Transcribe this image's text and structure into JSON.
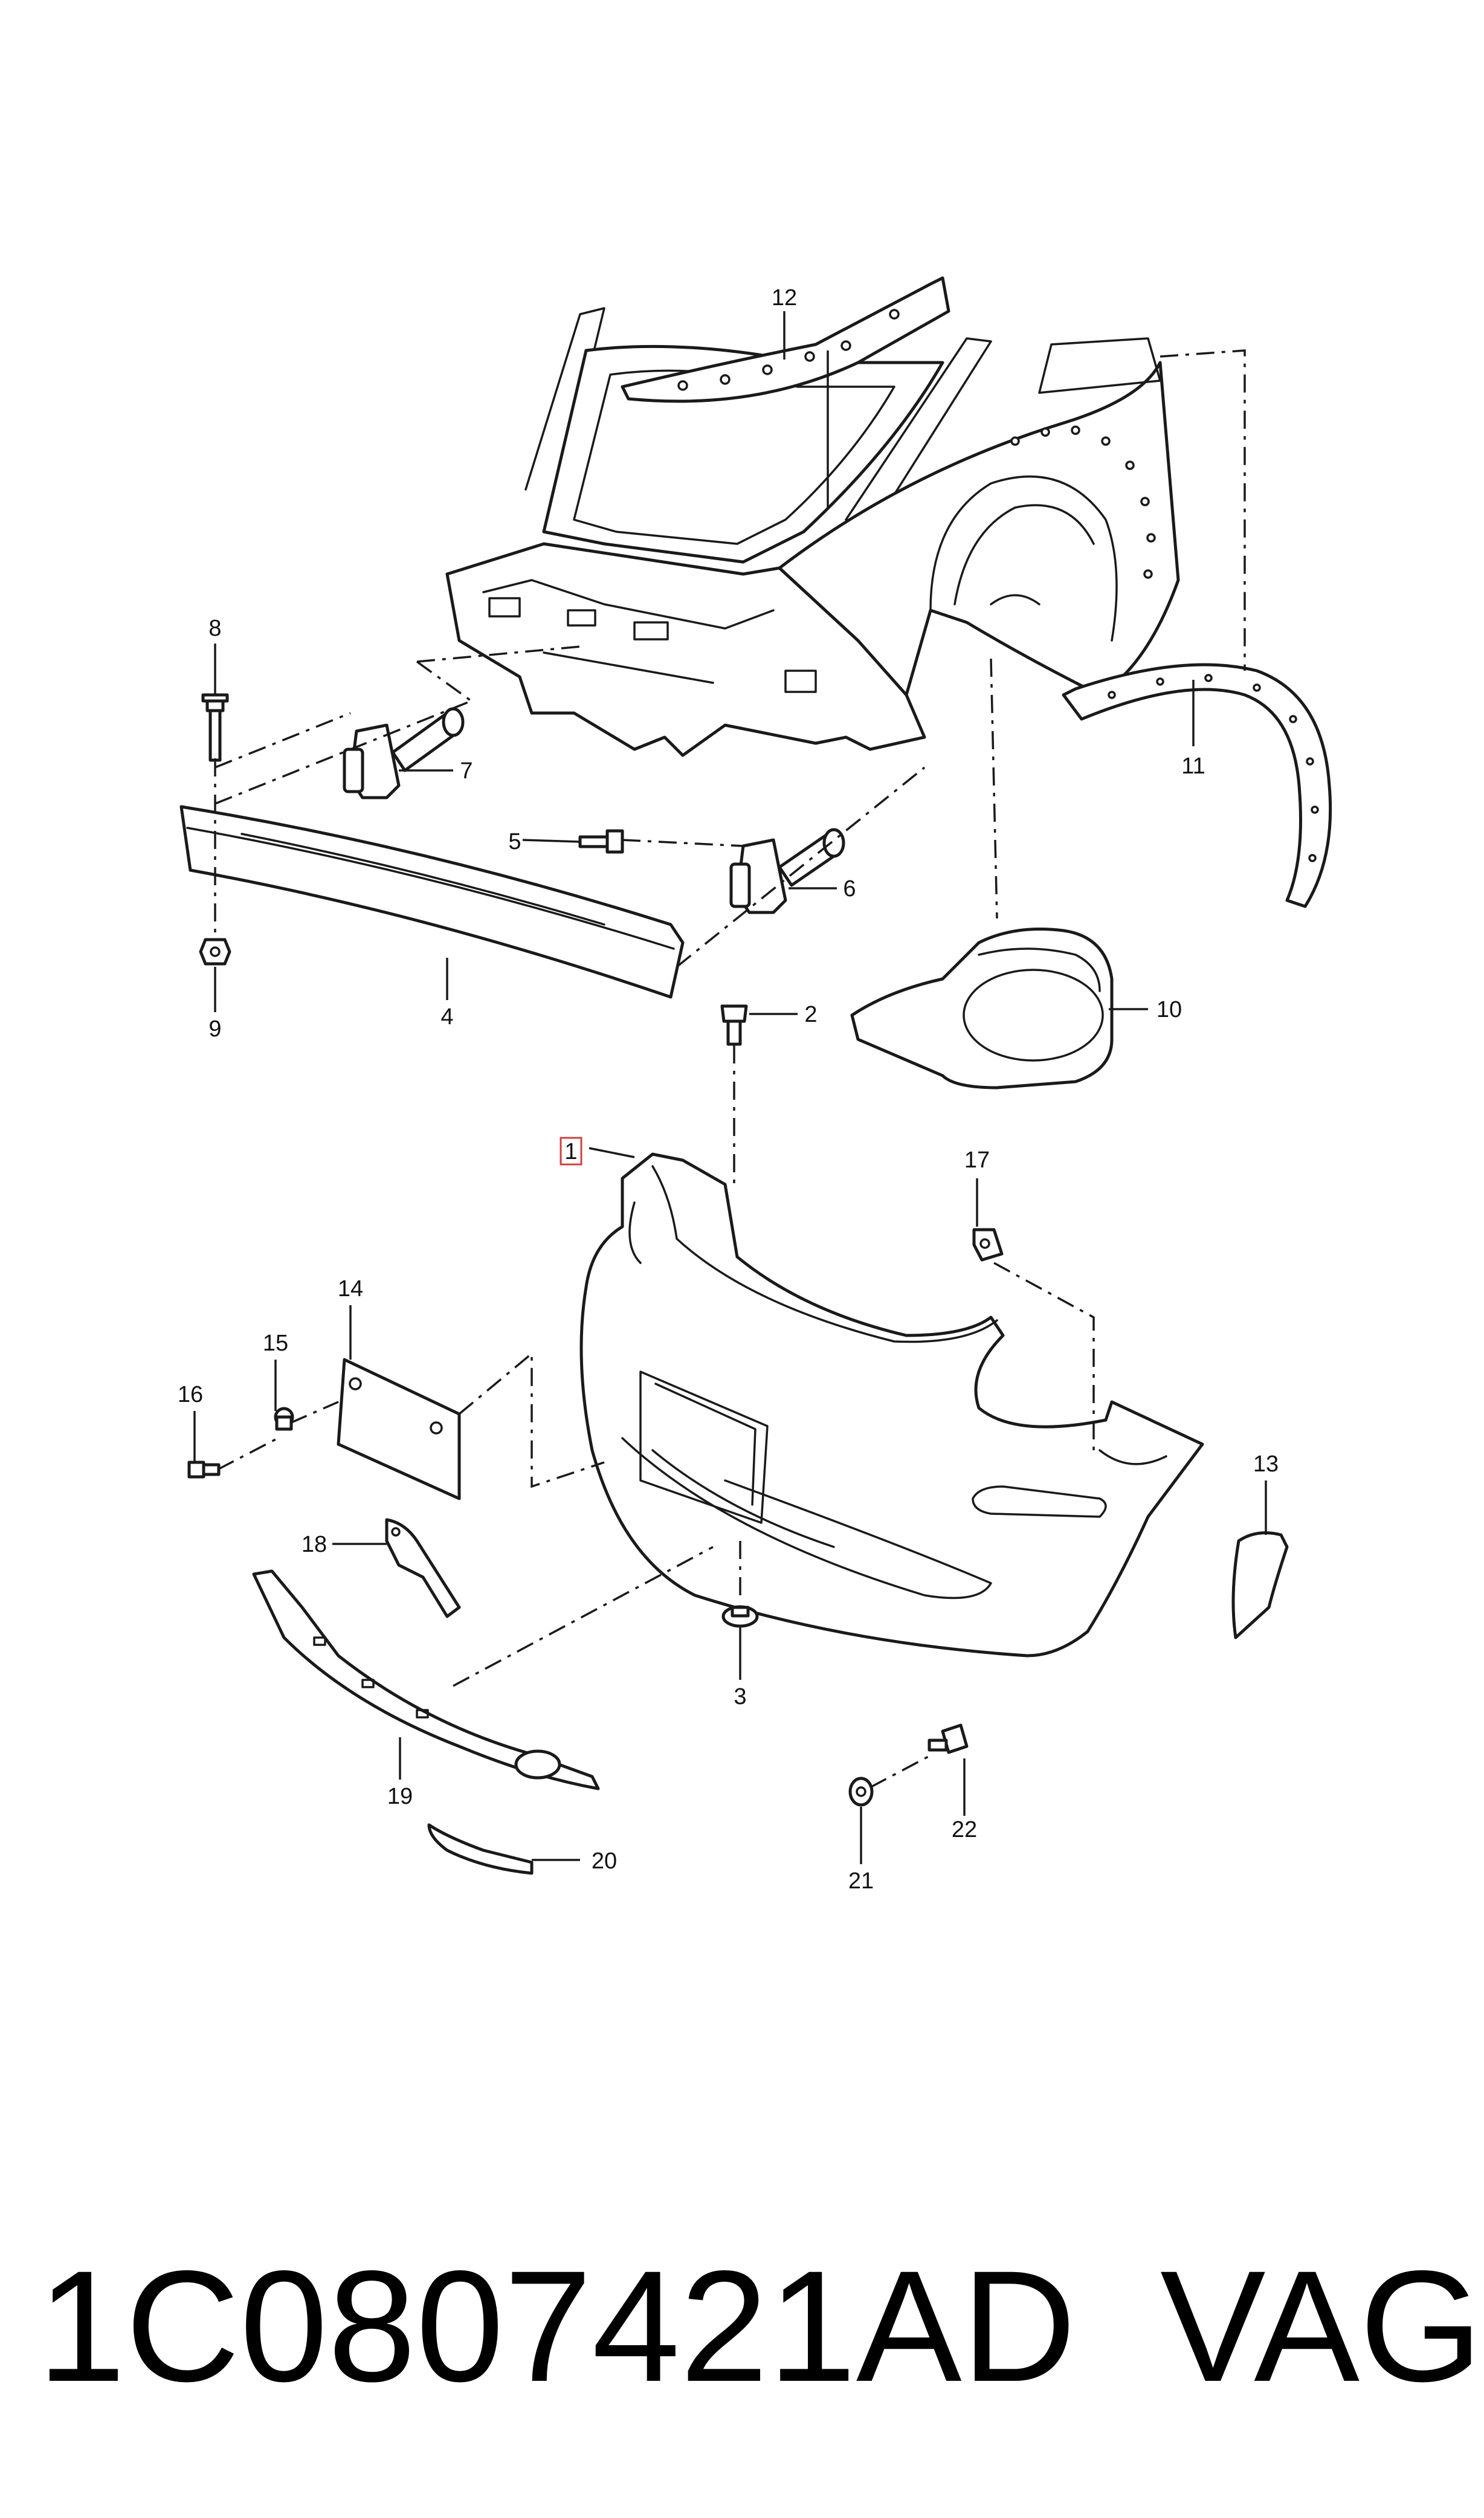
{
  "callouts": {
    "c1": "1",
    "c2": "2",
    "c3": "3",
    "c4": "4",
    "c5": "5",
    "c6": "6",
    "c7": "7",
    "c8": "8",
    "c9": "9",
    "c10": "10",
    "c11": "11",
    "c12": "12",
    "c13": "13",
    "c14": "14",
    "c15": "15",
    "c16": "16",
    "c17": "17",
    "c18": "18",
    "c19": "19",
    "c20": "20",
    "c21": "21",
    "c22": "22"
  },
  "footer": {
    "part_number": "1C0807421AD",
    "brand": "VAG"
  },
  "highlighted_callout": "1"
}
